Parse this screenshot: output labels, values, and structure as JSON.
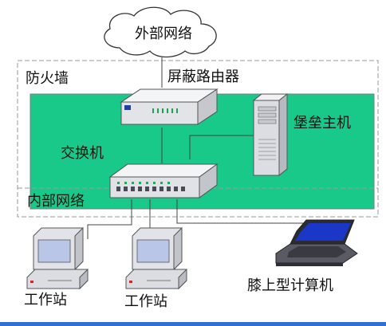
{
  "labels": {
    "internet": "外部网络",
    "firewall": "防火墙",
    "router": "屏蔽路由器",
    "bastion": "堡垒主机",
    "switch": "交换机",
    "intranet": "内部网络",
    "laptop": "膝上型计算机",
    "workstation1": "工作站",
    "workstation2": "工作站"
  },
  "colors": {
    "dmz_zone": "#19c98a",
    "border_gray": "#a0a0a0",
    "laptop_screen": "#1a37c8",
    "crt_screen": "#b9c6e8",
    "bottom_bar": "#2e6fd1"
  },
  "icons": [
    "cloud-icon",
    "router-icon",
    "server-tower-icon",
    "switch-icon",
    "laptop-icon",
    "workstation-icon"
  ]
}
